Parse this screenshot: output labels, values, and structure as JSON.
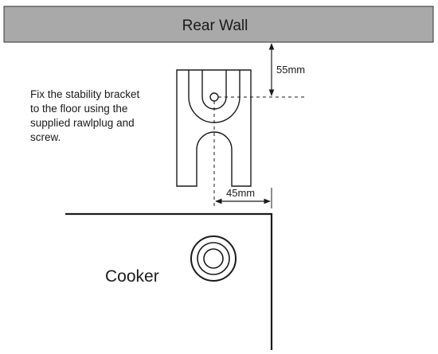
{
  "wall": {
    "label": "Rear Wall",
    "fill": "#a9a9a9"
  },
  "instruction": {
    "lines": [
      "Fix the stability bracket",
      "to the floor using the",
      "supplied rawlplug and",
      "screw."
    ]
  },
  "dimensions": {
    "vertical": "55mm",
    "horizontal": "45mm"
  },
  "cooker": {
    "label": "Cooker"
  }
}
